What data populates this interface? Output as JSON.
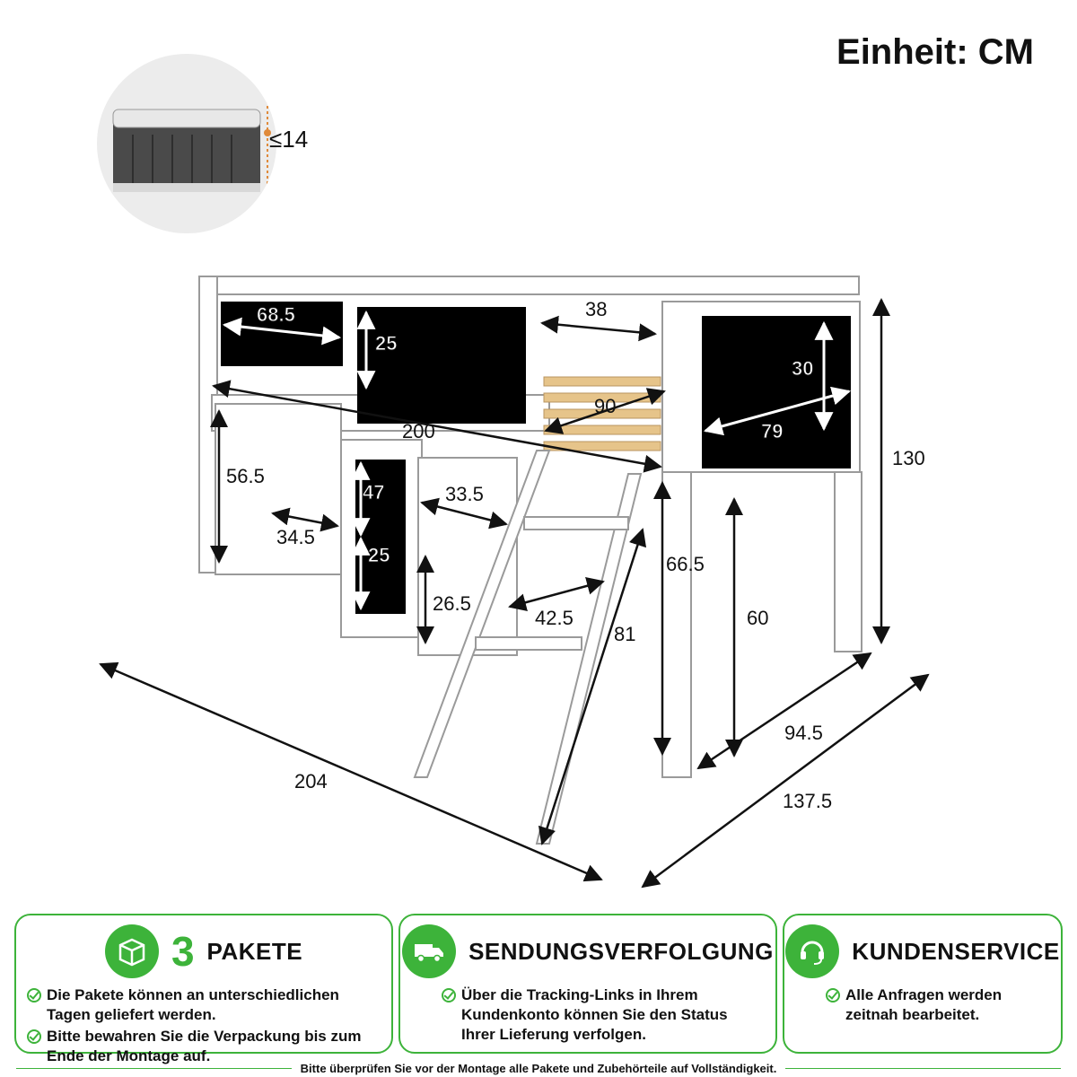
{
  "header": {
    "unit_label": "Einheit: CM"
  },
  "mattress": {
    "thickness_label": "≤14"
  },
  "dimensions": {
    "panel_left_width": "68.5",
    "panel_left_height": "25",
    "opening_width": "38",
    "panel_right_height": "30",
    "slat_width": "90",
    "panel_right_width": "79",
    "bed_length": "200",
    "total_height": "130",
    "cabinet_height": "56.5",
    "cabinet_width": "34.5",
    "door_height": "47",
    "door_width": "25",
    "shelf_width": "33.5",
    "shelf_height": "26.5",
    "shelf_depth": "42.5",
    "ladder_top_height": "66.5",
    "under_height": "60",
    "ladder_length": "81",
    "inner_depth": "94.5",
    "total_length": "204",
    "total_depth": "137.5"
  },
  "cards": {
    "packages": {
      "number": "3",
      "title": "PAKETE",
      "icon": "package-icon",
      "lines": [
        "Die Pakete können an unterschiedlichen Tagen geliefert werden.",
        "Bitte bewahren Sie die Verpackung bis zum Ende der Montage auf."
      ]
    },
    "tracking": {
      "title": "SENDUNGSVERFOLGUNG",
      "icon": "delivery-truck-icon",
      "lines": [
        "Über die Tracking-Links in Ihrem Kundenkonto können Sie den Status Ihrer Lieferung verfolgen."
      ]
    },
    "service": {
      "title": "KUNDENSERVICE",
      "icon": "headset-icon",
      "lines": [
        "Alle Anfragen werden zeitnah bearbeitet."
      ]
    }
  },
  "footer": {
    "note": "Bitte überprüfen Sie vor der Montage alle Pakete und Zubehörteile auf Vollständigkeit."
  },
  "colors": {
    "accent": "#3db33a",
    "panel": "#000000",
    "frame": "#ffffff"
  }
}
